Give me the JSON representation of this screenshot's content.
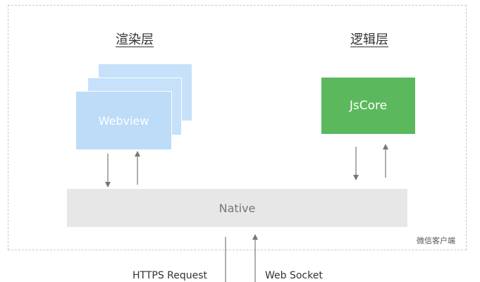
{
  "render_layer": {
    "title": "渲染层",
    "webview_label": "Webview"
  },
  "logic_layer": {
    "title": "逻辑层",
    "jscore_label": "JsCore"
  },
  "native": {
    "label": "Native"
  },
  "client": {
    "label": "微信客户端"
  },
  "network": {
    "https_label": "HTTPS Request",
    "websocket_label": "Web Socket"
  },
  "colors": {
    "webview": "#bcdcf8",
    "jscore": "#5cb85c",
    "native": "#e7e7e7",
    "frame_border": "#c9c9c9",
    "arrow": "#777777"
  }
}
